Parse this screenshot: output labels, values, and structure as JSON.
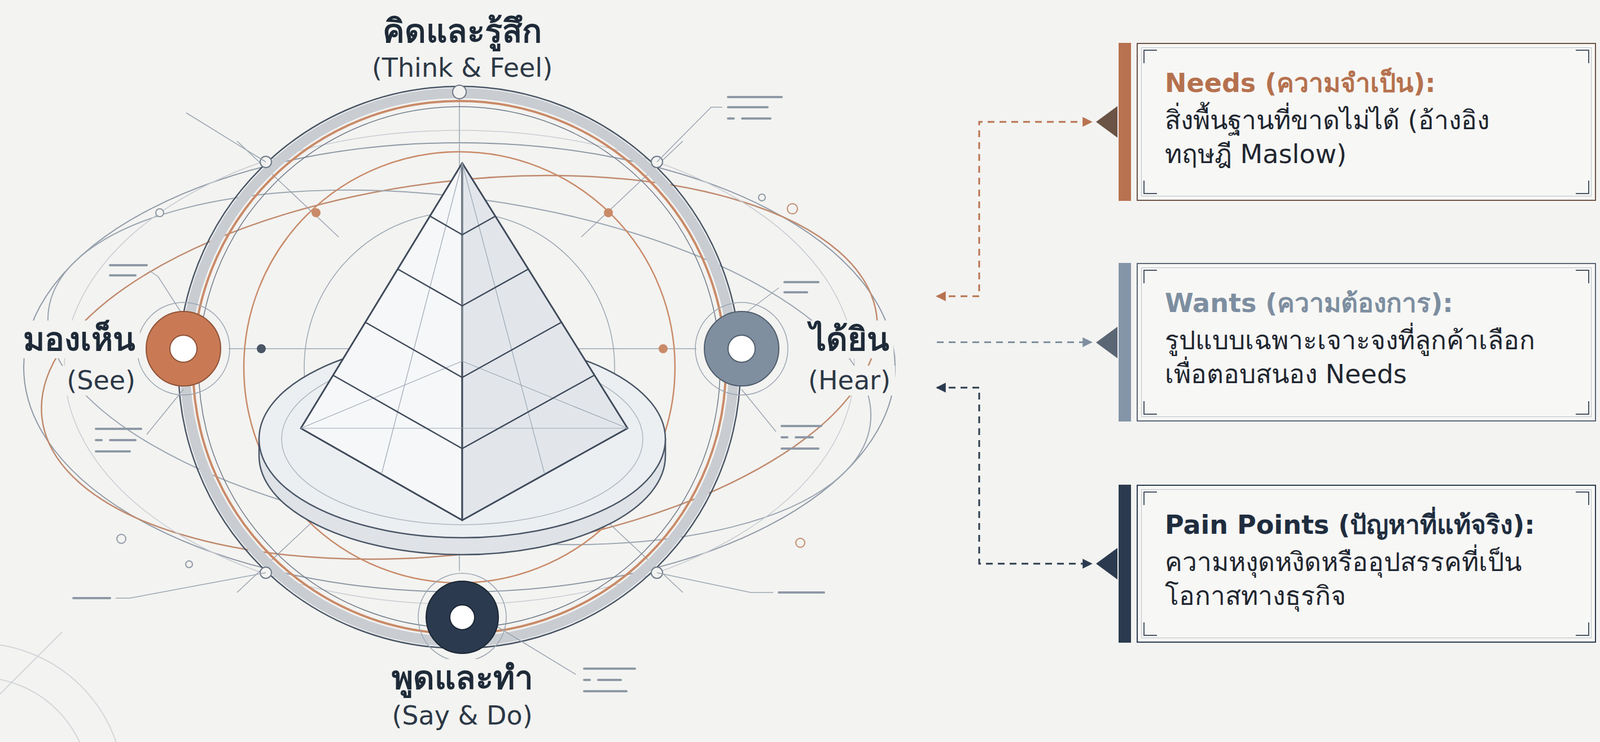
{
  "diagram": {
    "nodes": [
      {
        "text": [
          "คิดและรู้สึก",
          "(Think & Feel)",
          "มองเห็น",
          "(See)",
          "ได้ยิน",
          "(Hear)",
          "พูดและทำ",
          "(Say & Do)"
        ]
      },
      {
        "text": [
          "Needs (ความจำเป็น):",
          "สิ่งพื้นฐานที่ขาดไม่ได้ (อ้างอิงทฤษฎี Maslow)"
        ]
      },
      {
        "text": [
          "Wants (ความต้องการ):",
          "รูปแบบเฉพาะเจาะจงที่ลูกค้าเลือก เพื่อตอบสนอง Needs"
        ]
      },
      {
        "text": [
          "Pain Points (ปัญหาที่แท้จริง):",
          "ความหงุดหงิดหรืออุปสรรคที่เป็น โอกาสทางธุรกิจ"
        ]
      }
    ],
    "edges": [
      {
        "from": 0,
        "to": 1,
        "arrow": "both"
      },
      {
        "from": 0,
        "to": 2,
        "arrow": "to"
      },
      {
        "from": 0,
        "to": 3,
        "arrow": "both"
      }
    ]
  }
}
